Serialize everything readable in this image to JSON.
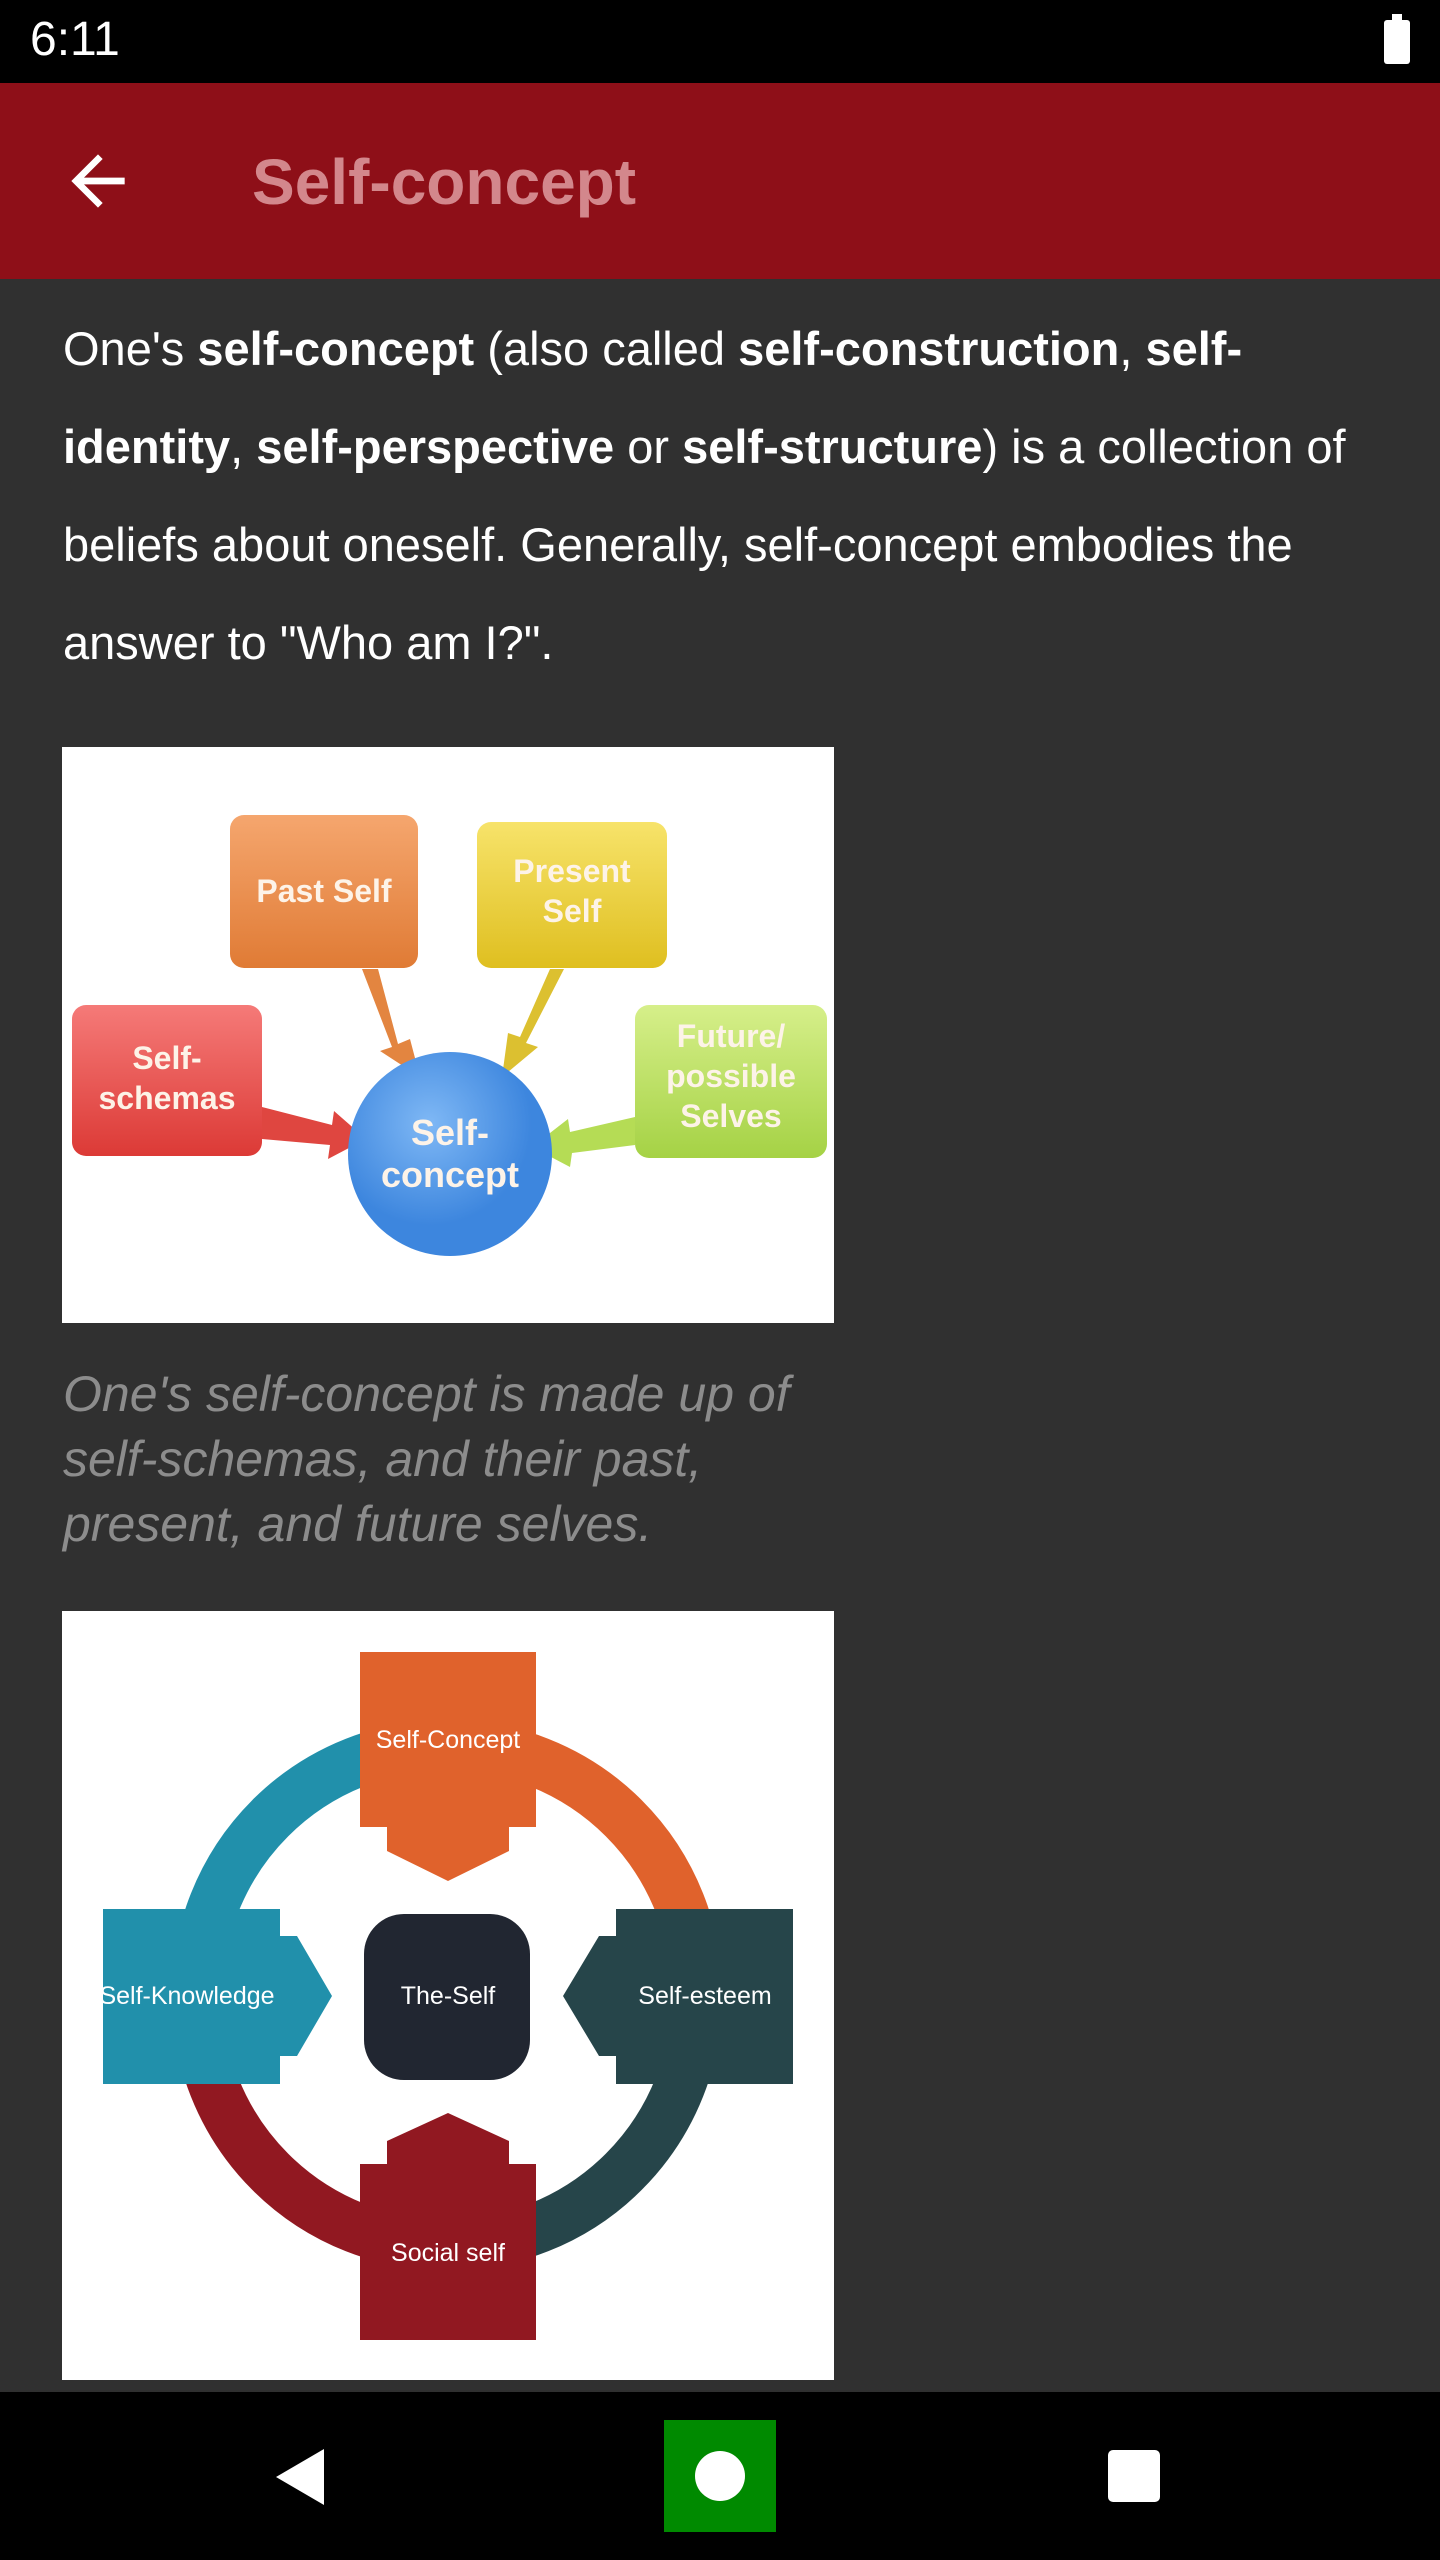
{
  "status_bar": {
    "time": "6:11",
    "battery_icon": "battery-full-icon"
  },
  "app_bar": {
    "title": "Self-concept",
    "back_icon": "arrow-left-icon",
    "color": "#8e0f18"
  },
  "article": {
    "paragraph": [
      {
        "t": "One's ",
        "b": false
      },
      {
        "t": "self-concept",
        "b": true
      },
      {
        "t": " (also called ",
        "b": false
      },
      {
        "t": "self-construction",
        "b": true
      },
      {
        "t": ", ",
        "b": false
      },
      {
        "t": "self-identity",
        "b": true
      },
      {
        "t": ", ",
        "b": false
      },
      {
        "t": "self-perspective",
        "b": true
      },
      {
        "t": " or ",
        "b": false
      },
      {
        "t": "self-structure",
        "b": true
      },
      {
        "t": ") is a collection of beliefs about oneself. Generally, self-concept embodies the answer to \"Who am I?\".",
        "b": false
      }
    ],
    "figure1": {
      "labels": {
        "past": "Past Self",
        "present_1": "Present",
        "present_2": "Self",
        "schemas_1": "Self-",
        "schemas_2": "schemas",
        "future_1": "Future/",
        "future_2": "possible",
        "future_3": "Selves",
        "center_1": "Self-",
        "center_2": "concept"
      },
      "caption": "One's self-concept is made up of self-schemas, and their past, present, and future selves."
    },
    "figure2": {
      "labels": {
        "top": "Self-Concept",
        "left": "Self-Knowledge",
        "right": "Self-esteem",
        "bottom": "Social self",
        "center": "The-Self"
      },
      "colors": {
        "top": "#e0622c",
        "left": "#2190ab",
        "right": "#26454a",
        "bottom": "#911821",
        "center": "#212631"
      }
    }
  },
  "nav_bar": {
    "back_icon": "triangle-back-icon",
    "home_icon": "circle-home-icon",
    "recents_icon": "square-recents-icon",
    "home_color": "#008a00"
  }
}
